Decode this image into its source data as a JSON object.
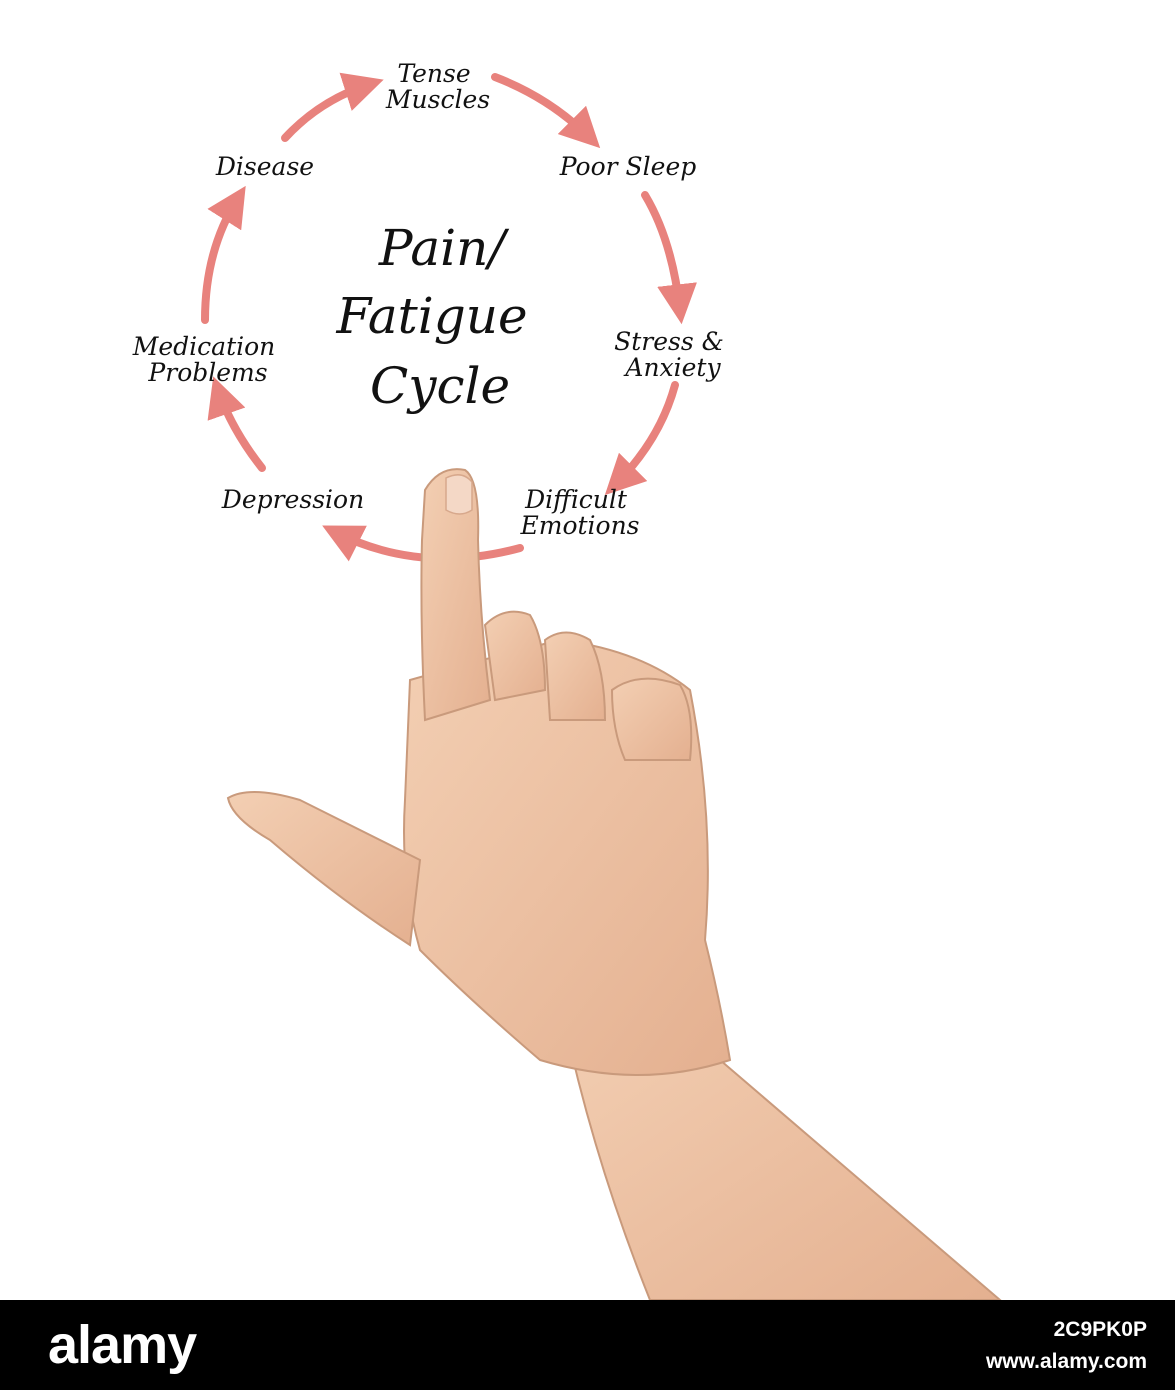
{
  "diagram": {
    "title_lines": [
      "Pain/",
      "Fatigue",
      "Cycle"
    ],
    "arrow_color": "#e8827d",
    "nodes": [
      {
        "id": "tense-muscles",
        "lines": [
          "Tense",
          "Muscles"
        ]
      },
      {
        "id": "poor-sleep",
        "lines": [
          "Poor Sleep"
        ]
      },
      {
        "id": "stress-anxiety",
        "lines": [
          "Stress &",
          "Anxiety"
        ]
      },
      {
        "id": "difficult-emotions",
        "lines": [
          "Difficult",
          "Emotions"
        ]
      },
      {
        "id": "depression",
        "lines": [
          "Depression"
        ]
      },
      {
        "id": "medication-problems",
        "lines": [
          "Medication",
          "Problems"
        ]
      },
      {
        "id": "disease",
        "lines": [
          "Disease"
        ]
      }
    ],
    "cycle_order": [
      "tense-muscles",
      "poor-sleep",
      "stress-anxiety",
      "difficult-emotions",
      "depression",
      "medication-problems",
      "disease"
    ]
  },
  "photo": {
    "subject": "pointing-hand",
    "skin_color": "#efc6a8"
  },
  "footer": {
    "brand": "alamy",
    "image_id": "2C9PK0P",
    "site": "www.alamy.com",
    "background": "#000000"
  }
}
